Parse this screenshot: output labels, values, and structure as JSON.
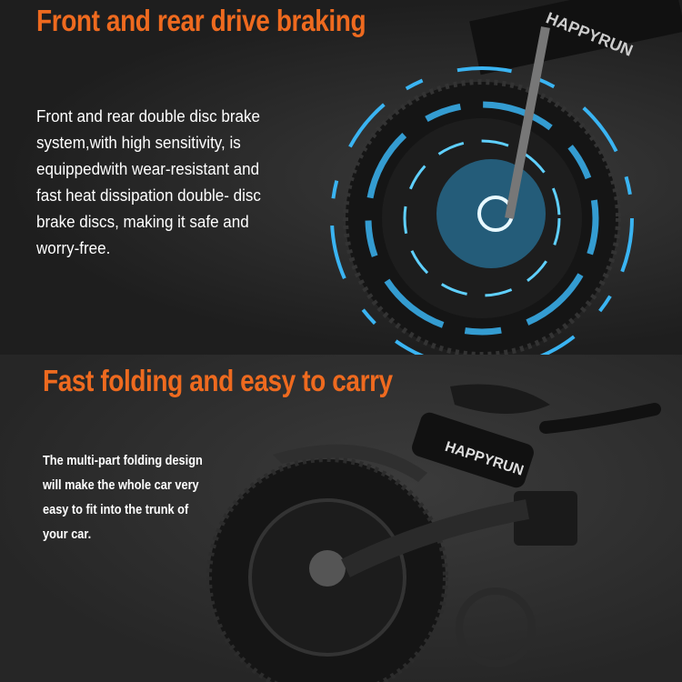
{
  "section1": {
    "title": "Front and rear drive braking",
    "body": "Front and rear double disc brake system,with high sensitivity, is equippedwith wear-resistant and fast heat dissipation double- disc brake discs, making it safe and worry-free.",
    "brand": "HAPPYRUN"
  },
  "section2": {
    "title": "Fast folding and easy to carry",
    "body": "The multi-part folding design\nwill make the whole car very\n easy to fit into the trunk of\nyour car.",
    "brand": "HAPPYRUN"
  },
  "colors": {
    "accent": "#ee6a1f",
    "glow": "#3ab4f2"
  }
}
